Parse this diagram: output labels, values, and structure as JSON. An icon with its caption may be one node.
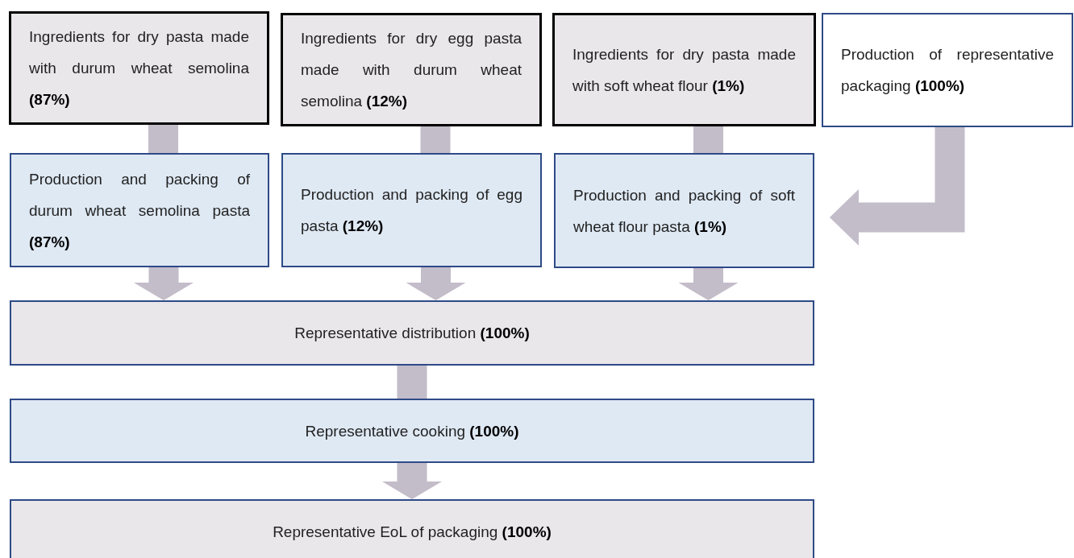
{
  "diagram": {
    "nodes": [
      {
        "text": [
          "Ingredients for dry pasta made with durum wheat semolina **(87%)**"
        ]
      },
      {
        "text": [
          "Ingredients for dry egg pasta made with durum wheat semolina **(12%)**"
        ]
      },
      {
        "text": [
          "Ingredients for dry pasta made with soft wheat flour **(1%)**"
        ]
      },
      {
        "text": [
          "Production of representative packaging **(100%)**"
        ]
      },
      {
        "text": [
          "Production and packing of durum wheat semolina pasta **(87%)**"
        ]
      },
      {
        "text": [
          "Production and packing of egg pasta **(12%)**"
        ]
      },
      {
        "text": [
          "Production and packing of soft wheat flour pasta **(1%)**"
        ]
      },
      {
        "text": [
          "Representative distribution **(100%)**"
        ]
      },
      {
        "text": [
          "Representative cooking **(100%)**"
        ]
      },
      {
        "text": [
          "Representative EoL of packaging **(100%)**"
        ]
      }
    ],
    "edges": [
      {
        "from": 0,
        "to": 4,
        "arrow": "none"
      },
      {
        "from": 1,
        "to": 5,
        "arrow": "none"
      },
      {
        "from": 2,
        "to": 6,
        "arrow": "none"
      },
      {
        "from": 3,
        "to": 6,
        "arrow": "to"
      },
      {
        "from": 4,
        "to": 7,
        "arrow": "to"
      },
      {
        "from": 5,
        "to": 7,
        "arrow": "to"
      },
      {
        "from": 6,
        "to": 7,
        "arrow": "to"
      },
      {
        "from": 7,
        "to": 8,
        "arrow": "none"
      },
      {
        "from": 8,
        "to": 9,
        "arrow": "to"
      }
    ]
  }
}
